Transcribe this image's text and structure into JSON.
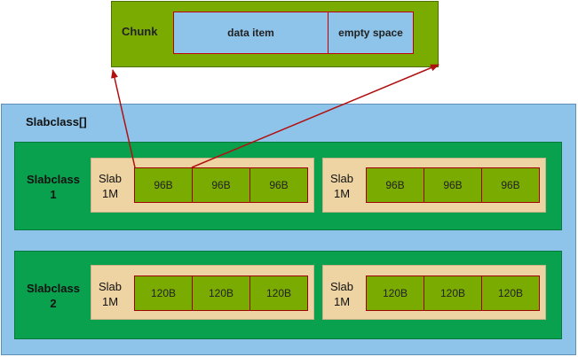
{
  "chunk": {
    "title": "Chunk",
    "data_label": "data item",
    "empty_label": "empty space"
  },
  "slabclass_array": {
    "title": "Slabclass[]",
    "classes": [
      {
        "name_line1": "Slabclass",
        "name_line2": "1",
        "slabs": [
          {
            "label_line1": "Slab",
            "label_line2": "1M",
            "chunks": [
              "96B",
              "96B",
              "96B"
            ]
          },
          {
            "label_line1": "Slab",
            "label_line2": "1M",
            "chunks": [
              "96B",
              "96B",
              "96B"
            ]
          }
        ]
      },
      {
        "name_line1": "Slabclass",
        "name_line2": "2",
        "slabs": [
          {
            "label_line1": "Slab",
            "label_line2": "1M",
            "chunks": [
              "120B",
              "120B",
              "120B"
            ]
          },
          {
            "label_line1": "Slab",
            "label_line2": "1M",
            "chunks": [
              "120B",
              "120B",
              "120B"
            ]
          }
        ]
      }
    ]
  },
  "colors": {
    "chunk_green": "#7aab00",
    "array_blue": "#8ec4ea",
    "class_green": "#0aa14e",
    "slab_tan": "#eed3a3",
    "arrow_red": "#b01010"
  }
}
